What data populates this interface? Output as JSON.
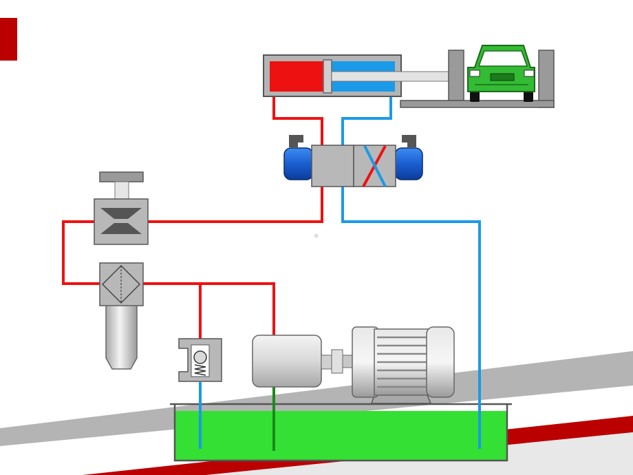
{
  "diagram": {
    "colors": {
      "pressure_line": "#ee1111",
      "return_line": "#1a9ae8",
      "suction_line": "#1c8a1c",
      "oil": "#33e033",
      "cylinder_pressure": "#ee1111",
      "cylinder_return": "#1a9ae8",
      "valve_solenoid": "#1460c8",
      "car_body": "#33bb33",
      "slide_accent_red": "#bb0000",
      "slide_accent_gray": "#b4b4b4",
      "steel": "#c8c8c8"
    },
    "components": [
      {
        "id": "cylinder",
        "icon": "hydraulic-cylinder-icon"
      },
      {
        "id": "load",
        "icon": "car-icon"
      },
      {
        "id": "directional_valve",
        "icon": "solenoid-valve-icon"
      },
      {
        "id": "throttle_valve",
        "icon": "throttle-valve-icon"
      },
      {
        "id": "filter",
        "icon": "oil-filter-icon"
      },
      {
        "id": "relief_valve",
        "icon": "relief-valve-icon"
      },
      {
        "id": "pump",
        "icon": "hydraulic-pump-icon"
      },
      {
        "id": "motor",
        "icon": "electric-motor-icon"
      },
      {
        "id": "tank",
        "icon": "oil-tank-icon"
      }
    ]
  }
}
